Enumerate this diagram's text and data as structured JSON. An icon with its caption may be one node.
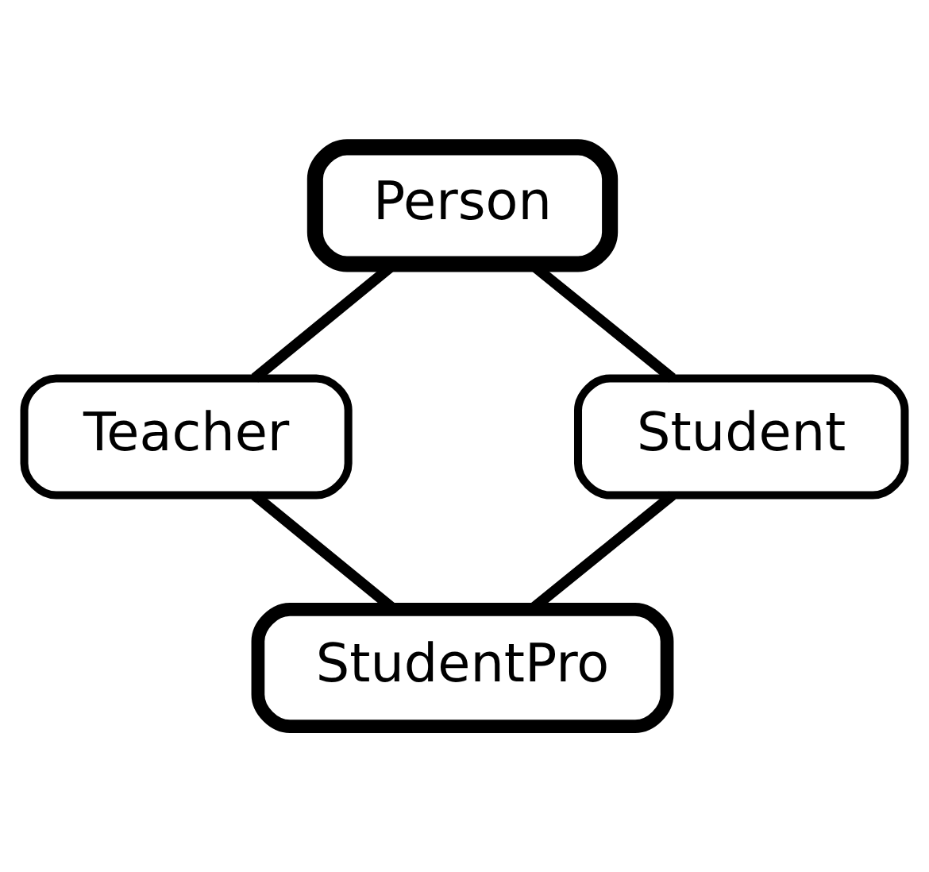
{
  "diagram": {
    "nodes": [
      {
        "text": [
          "Person"
        ]
      },
      {
        "text": [
          "Teacher"
        ]
      },
      {
        "text": [
          "Student"
        ]
      },
      {
        "text": [
          "StudentPro"
        ]
      }
    ],
    "edges": [
      {
        "from": 0,
        "to": 1,
        "arrow": "none"
      },
      {
        "from": 0,
        "to": 2,
        "arrow": "none"
      },
      {
        "from": 1,
        "to": 3,
        "arrow": "none"
      },
      {
        "from": 2,
        "to": 3,
        "arrow": "none"
      }
    ]
  }
}
